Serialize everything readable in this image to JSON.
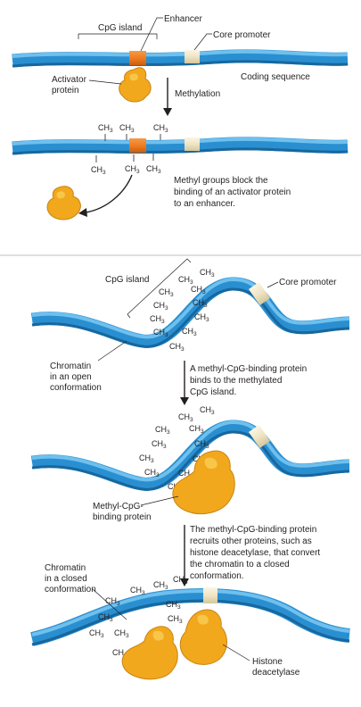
{
  "labels": {
    "cpg_island_top": "CpG island",
    "enhancer": "Enhancer",
    "core_promoter_top": "Core promoter",
    "activator_line1": "Activator",
    "activator_line2": "protein",
    "coding_sequence": "Coding sequence",
    "methylation": "Methylation",
    "block_line1": "Methyl groups block the",
    "block_line2": "binding of an activator protein",
    "block_line3": "to an enhancer.",
    "cpg_island_mid": "CpG island",
    "core_promoter_mid": "Core promoter",
    "open_line1": "Chromatin",
    "open_line2": "in an open",
    "open_line3": "conformation",
    "mbp_step_line1": "A methyl-CpG-binding protein",
    "mbp_step_line2": "binds to the methylated",
    "mbp_step_line3": "CpG island.",
    "mbp_line1": "Methyl-CpG-",
    "mbp_line2": "binding protein",
    "recruit_line1": "The methyl-CpG-binding protein",
    "recruit_line2": "recruits other proteins, such as",
    "recruit_line3": "histone deacetylase, that convert",
    "recruit_line4": "the chromatin to a closed",
    "recruit_line5": "conformation.",
    "closed_line1": "Chromatin",
    "closed_line2": "in a closed",
    "closed_line3": "conformation",
    "histone_line1": "Histone",
    "histone_line2": "deacetylase"
  },
  "methyl": {
    "base": "CH",
    "subscript": "3"
  },
  "colors": {
    "dna": "#2a8fd0",
    "dna_highlight": "#6fc0ee",
    "enhancer": "#ef7d22",
    "core_promoter": "#efe4c4",
    "protein": "#f2a81d",
    "divider": "#cccccc"
  }
}
